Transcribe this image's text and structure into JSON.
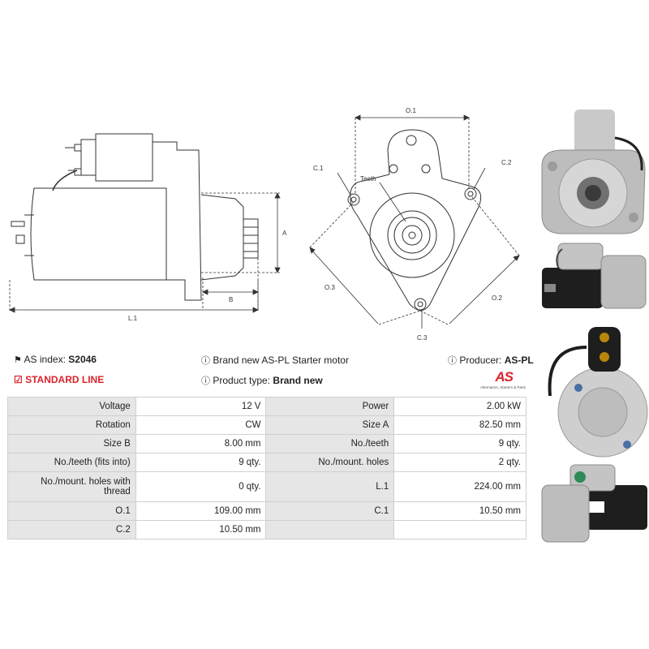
{
  "diagram": {
    "labels": {
      "a": "A",
      "b": "B",
      "l1": "L.1",
      "o1": "O.1",
      "o2": "O.2",
      "o3": "O.3",
      "c1": "C.1",
      "c2": "C.2",
      "c3": "C.3",
      "teeth": "Teeth"
    }
  },
  "info": {
    "as_index_label": "AS index:",
    "as_index_value": "S2046",
    "description": "Brand new AS-PL Starter motor",
    "producer_label": "Producer:",
    "producer_value": "AS-PL",
    "line": "STANDARD LINE",
    "product_type_label": "Product type:",
    "product_type_value": "Brand new"
  },
  "logo": {
    "mark": "AS",
    "tagline": "Alternators, Starters & Parts"
  },
  "specs": [
    [
      "Voltage",
      "12 V",
      "Power",
      "2.00 kW"
    ],
    [
      "Rotation",
      "CW",
      "Size A",
      "82.50 mm"
    ],
    [
      "Size B",
      "8.00 mm",
      "No./teeth",
      "9 qty."
    ],
    [
      "No./teeth (fits into)",
      "9 qty.",
      "No./mount. holes",
      "2 qty."
    ],
    [
      "No./mount. holes with thread",
      "0 qty.",
      "L.1",
      "224.00 mm"
    ],
    [
      "O.1",
      "109.00 mm",
      "C.1",
      "10.50 mm"
    ],
    [
      "C.2",
      "10.50 mm",
      "",
      ""
    ]
  ],
  "colors": {
    "accent_red": "#d8232a",
    "label_bg": "#e6e6e6",
    "border": "#d0d0d0"
  }
}
